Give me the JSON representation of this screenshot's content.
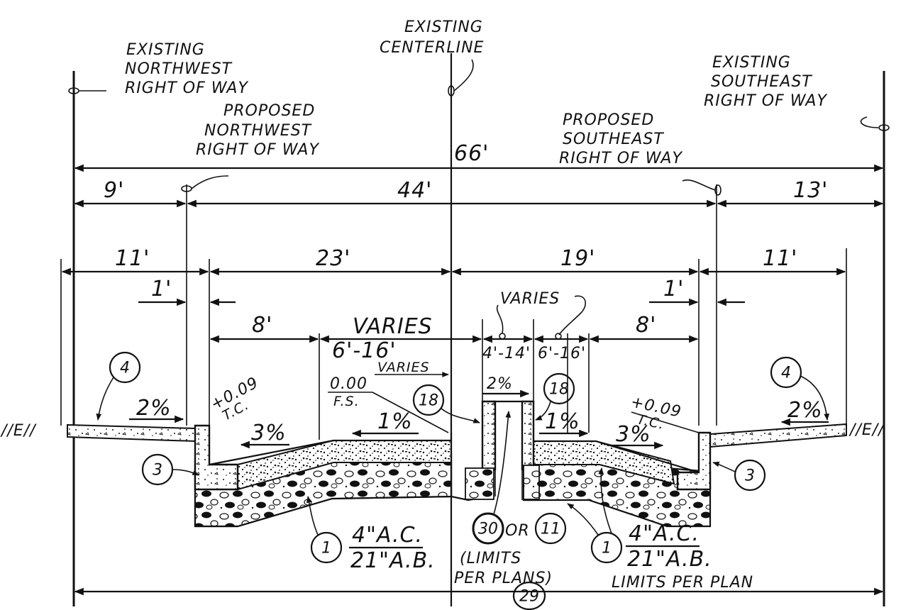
{
  "labels": {
    "existing_centerline": [
      "EXISTING",
      "CENTERLINE"
    ],
    "existing_nw_row": [
      "EXISTING",
      "NORTHWEST",
      "RIGHT OF WAY"
    ],
    "existing_se_row": [
      "EXISTING",
      "SOUTHEAST",
      "RIGHT OF WAY"
    ],
    "proposed_nw_row": [
      "PROPOSED",
      "NORTHWEST",
      "RIGHT OF WAY"
    ],
    "proposed_se_row": [
      "PROPOSED",
      "SOUTHEAST",
      "RIGHT OF WAY"
    ],
    "varies_left": [
      "VARIES",
      "6'-16'"
    ],
    "varies_right": "VARIES",
    "varies_small": "VARIES",
    "var_4_14": "4'-14'",
    "var_6_16": "6'-16'",
    "fs_left_value": "0.00",
    "fs_left_label": "F.S.",
    "tc_left_value": "+0.09",
    "tc_left_label": "T.C.",
    "tc_right_value": "+0.09",
    "tc_right_label": "T.C.",
    "ac_left": "4\"A.C.",
    "ab_left": "21\"A.B.",
    "ac_right": "4\"A.C.",
    "ab_right": "21\"A.B.",
    "or_text": "OR",
    "limits_plans": [
      "(LIMITS",
      "PER PLANS)"
    ],
    "limits_plan": "LIMITS PER PLAN"
  },
  "dimensions": {
    "row_66": "66'",
    "nw_9": "9'",
    "mid_44": "44'",
    "se_13": "13'",
    "left_11": "11'",
    "left_23": "23'",
    "right_19": "19'",
    "right_11": "11'",
    "left_1": "1'",
    "right_1": "1'",
    "left_8": "8'",
    "right_8": "8'"
  },
  "slopes": {
    "left_sidewalk": "2%",
    "left_gutter": "3%",
    "left_lane": "1%",
    "median_top": "2%",
    "right_lane": "1%",
    "right_gutter": "3%",
    "right_sidewalk": "2%"
  },
  "callouts": {
    "c4_left": "4",
    "c3_left": "3",
    "c18_left": "18",
    "c18_right": "18",
    "c1_left": "1",
    "c30": "30",
    "c11": "11",
    "c1_right": "1",
    "c3_right": "3",
    "c4_right": "4",
    "c29": "29"
  },
  "ground_symbol": "//E//"
}
